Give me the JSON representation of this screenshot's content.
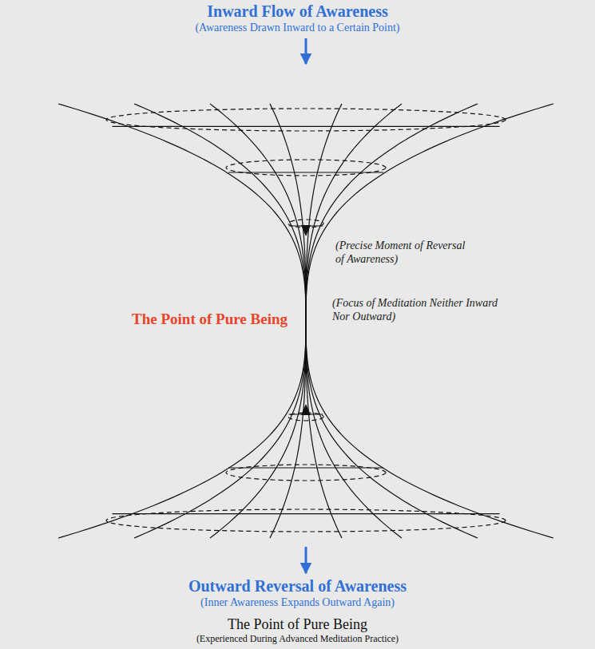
{
  "diagram": {
    "caption": "The Point of Pure Being",
    "labels": [
      "Inward Flow of Awareness",
      "(Awareness Drawn Inward to a Certain Point)",
      "(Precise Moment of Reversal of Awareness)",
      "The Point of Pure Being",
      "(Focus of Meditation Neither Inward Nor Outward)",
      "Outward Reversal of Awareness",
      "(Inner Awareness Expands Outward Again)",
      "(Experienced During Advanced Meditation Practice)"
    ]
  }
}
